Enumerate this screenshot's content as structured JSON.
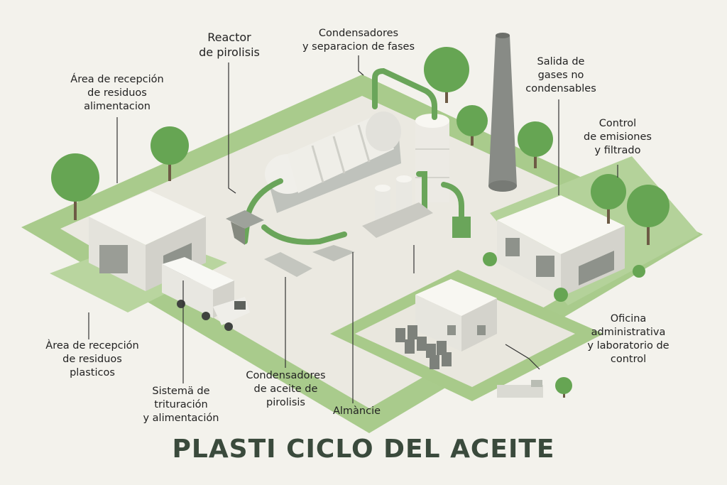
{
  "title": "PLASTI CICLO DEL ACEITE",
  "labels": {
    "reactor": "Reactor\nde pirolisis",
    "condensers_top": "Condensadores\ny separacion de fases",
    "area_alimentacion": "Área de recepción\nde residuos\nalimentacion",
    "salida_gases": "Salida de\ngases no\ncondensables",
    "control_emisiones": "Control\nde emisiones\ny filtrado",
    "area_plasticos": "Àrea de recepción\nde residuos\nplasticos",
    "trituracion": "Sistemä de\ntrituración\ny alimentación",
    "condensadores_aceite": "Condensadores\nde aceite de\npirolisis",
    "almacie": "Almàncie",
    "oficina": "Oficina\nadministrativa\ny laboratorio de\ncontrol"
  },
  "colors": {
    "background": "#f3f2ec",
    "grass": "#9cc07e",
    "grass_light": "#b7d39c",
    "pavement": "#e9e7df",
    "building_top": "#f7f6f1",
    "building_side": "#dcdbd4",
    "pipe_green": "#6aa55a",
    "tree": "#5f9e4e",
    "title": "#3a4a3c"
  }
}
